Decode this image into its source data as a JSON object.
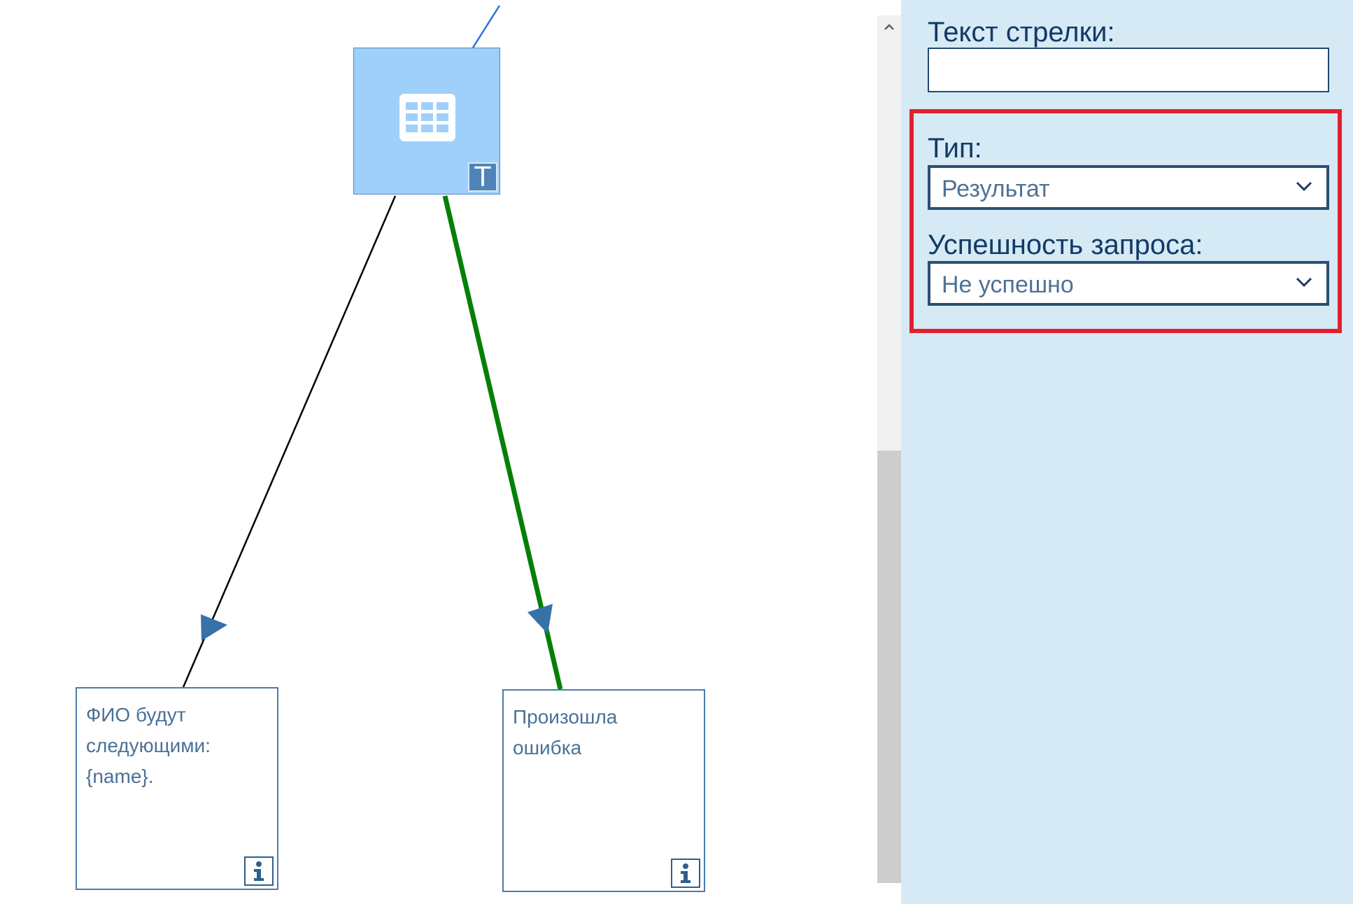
{
  "diagram": {
    "table_node": {
      "badge": "T",
      "icon": "table-icon"
    },
    "message_nodes": [
      {
        "text": "ФИО будут\nследующими:\n{name}.",
        "icon": "info-icon"
      },
      {
        "text": "Произошла\nошибка",
        "icon": "info-icon"
      }
    ],
    "colors": {
      "table_fill": "#9fd0fc",
      "success_arrow": "#058005",
      "default_arrow": "#000000",
      "incoming_arrow": "#2f6fd6",
      "arrow_head": "#3771a8"
    }
  },
  "properties": {
    "arrow_text": {
      "label": "Текст стрелки:",
      "value": ""
    },
    "type": {
      "label": "Тип:",
      "value": "Результат"
    },
    "request_success": {
      "label": "Успешность запроса:",
      "value": "Не успешно"
    },
    "colors": {
      "panel_bg": "#d6eaf5",
      "highlight": "#e3202c"
    }
  }
}
